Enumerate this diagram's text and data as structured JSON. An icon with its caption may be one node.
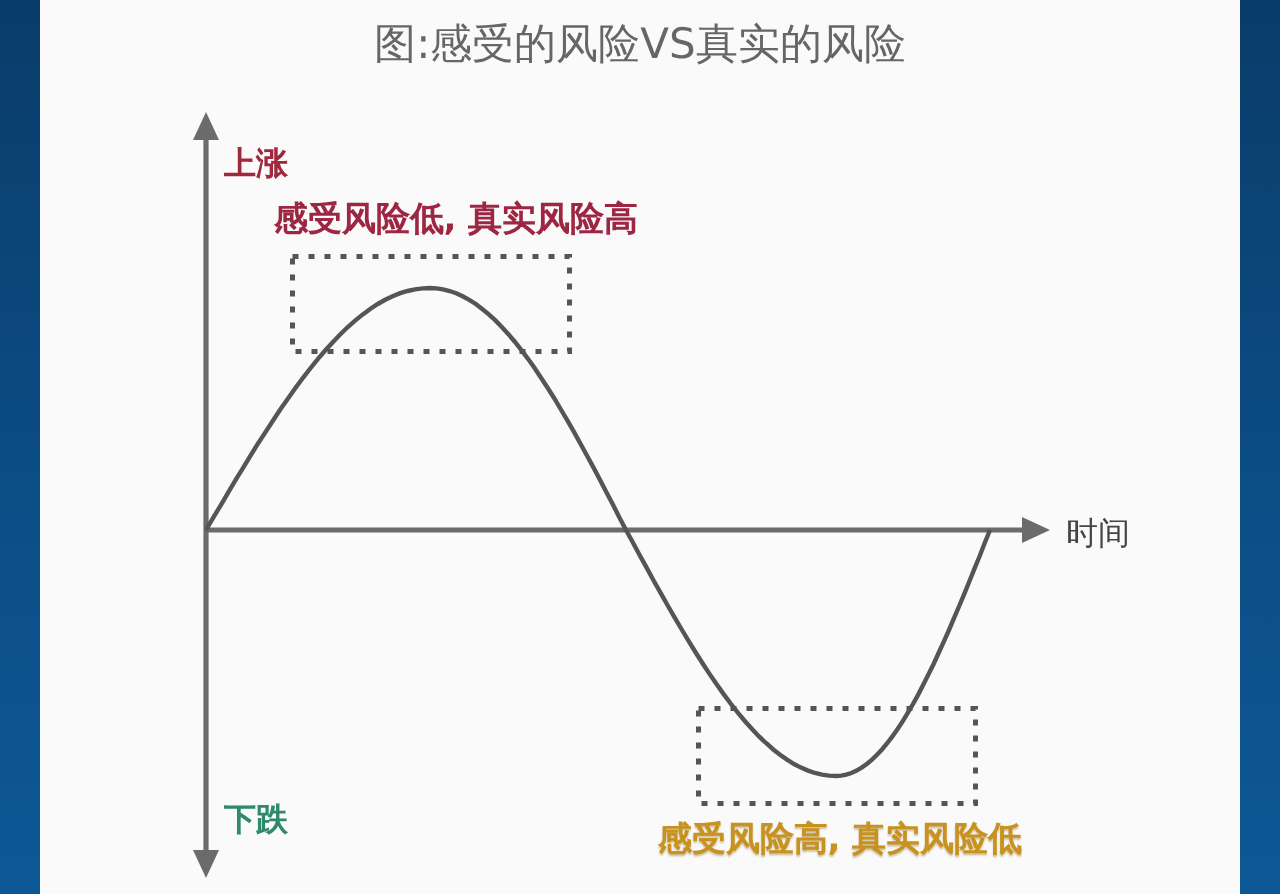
{
  "diagram": {
    "title": "图:感受的风险VS真实的风险",
    "nodes": [
      {
        "text": [
          "感受风险低, 真实风险高"
        ]
      },
      {
        "text": [
          "感受风险高, 真实风险低"
        ]
      }
    ],
    "labels": [
      "上涨",
      "下跌",
      "时间"
    ]
  }
}
